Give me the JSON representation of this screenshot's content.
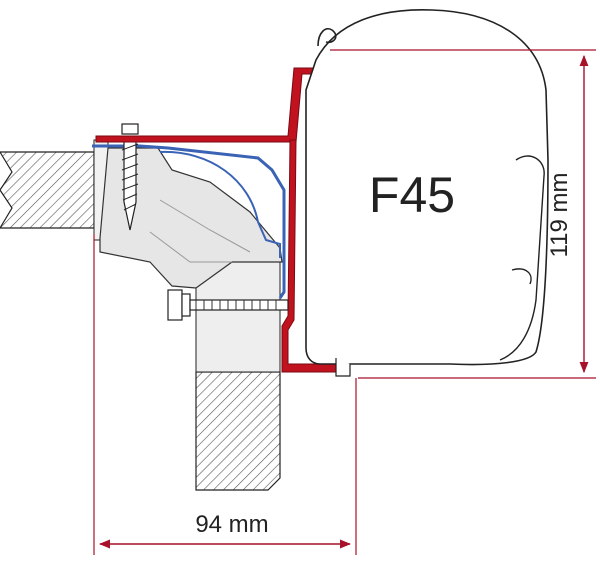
{
  "diagram": {
    "model_label": "F45",
    "height_dimension_label": "119 mm",
    "width_dimension_label": "94 mm"
  },
  "colors": {
    "bracket": "#c1121f",
    "dimension": "#a8112a",
    "profile_blue": "#3b63b5",
    "outline": "#1a1a1a",
    "shade": "#d9d9d9"
  }
}
